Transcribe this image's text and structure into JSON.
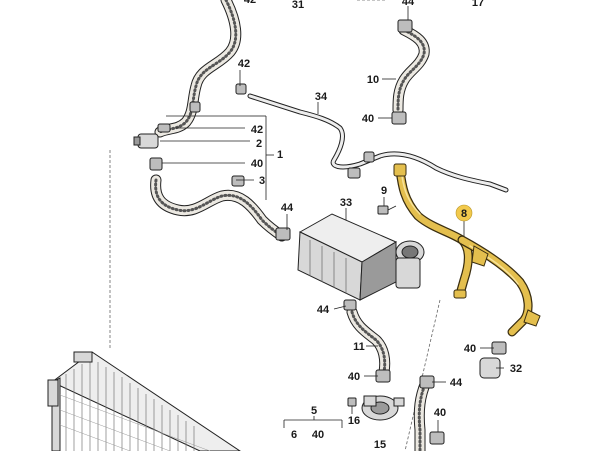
{
  "callouts": {
    "c42_top": "42",
    "c31": "31",
    "c44_top": "44",
    "c17": "17",
    "c42_a": "42",
    "c10": "10",
    "c34": "34",
    "c40_a": "40",
    "c42_b": "42",
    "c2": "2",
    "c1": "1",
    "c40_b": "40",
    "c3": "3",
    "c9": "9",
    "c8": "8",
    "c44_a": "44",
    "c33": "33",
    "c44_b": "44",
    "c11": "11",
    "c40_c": "40",
    "c32": "32",
    "c40_d": "40",
    "c44_c": "44",
    "c5": "5",
    "c16": "16",
    "c6": "6",
    "c40_e": "40",
    "c15": "15",
    "c40_f": "40"
  },
  "colors": {
    "highlight_part": "#e4bf4e",
    "highlight_marker": "#f2c94c",
    "line": "#222222",
    "background": "#ffffff"
  }
}
